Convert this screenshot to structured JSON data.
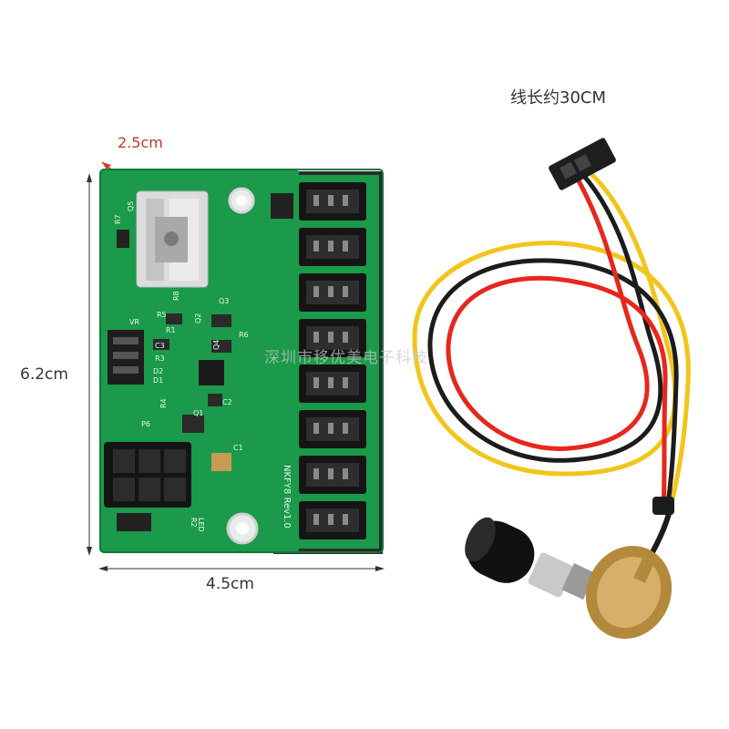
{
  "dimensions": {
    "top_width": "2.5cm",
    "height": "6.2cm",
    "width": "4.5cm"
  },
  "cable_length_label": "线长约30CM",
  "watermark_text": "深圳市移优美电子科技",
  "board": {
    "model_label": "NKFY8 Rev1.0",
    "silkscreen": [
      "Q5",
      "R7",
      "R8",
      "Q3",
      "Q2",
      "R6",
      "R5",
      "VR",
      "R1",
      "C3",
      "R3",
      "D2",
      "D1",
      "Q4",
      "R4",
      "Q1",
      "C2",
      "P6",
      "C1",
      "R2",
      "LED"
    ]
  },
  "colors": {
    "pcb": "#1a9a4a",
    "pcb_dark": "#11783a",
    "wire_red": "#e8261c",
    "wire_yellow": "#f2c51a",
    "wire_black": "#1c1c1c",
    "dimension_line": "#d23a2a"
  },
  "fan_header_count": 8
}
